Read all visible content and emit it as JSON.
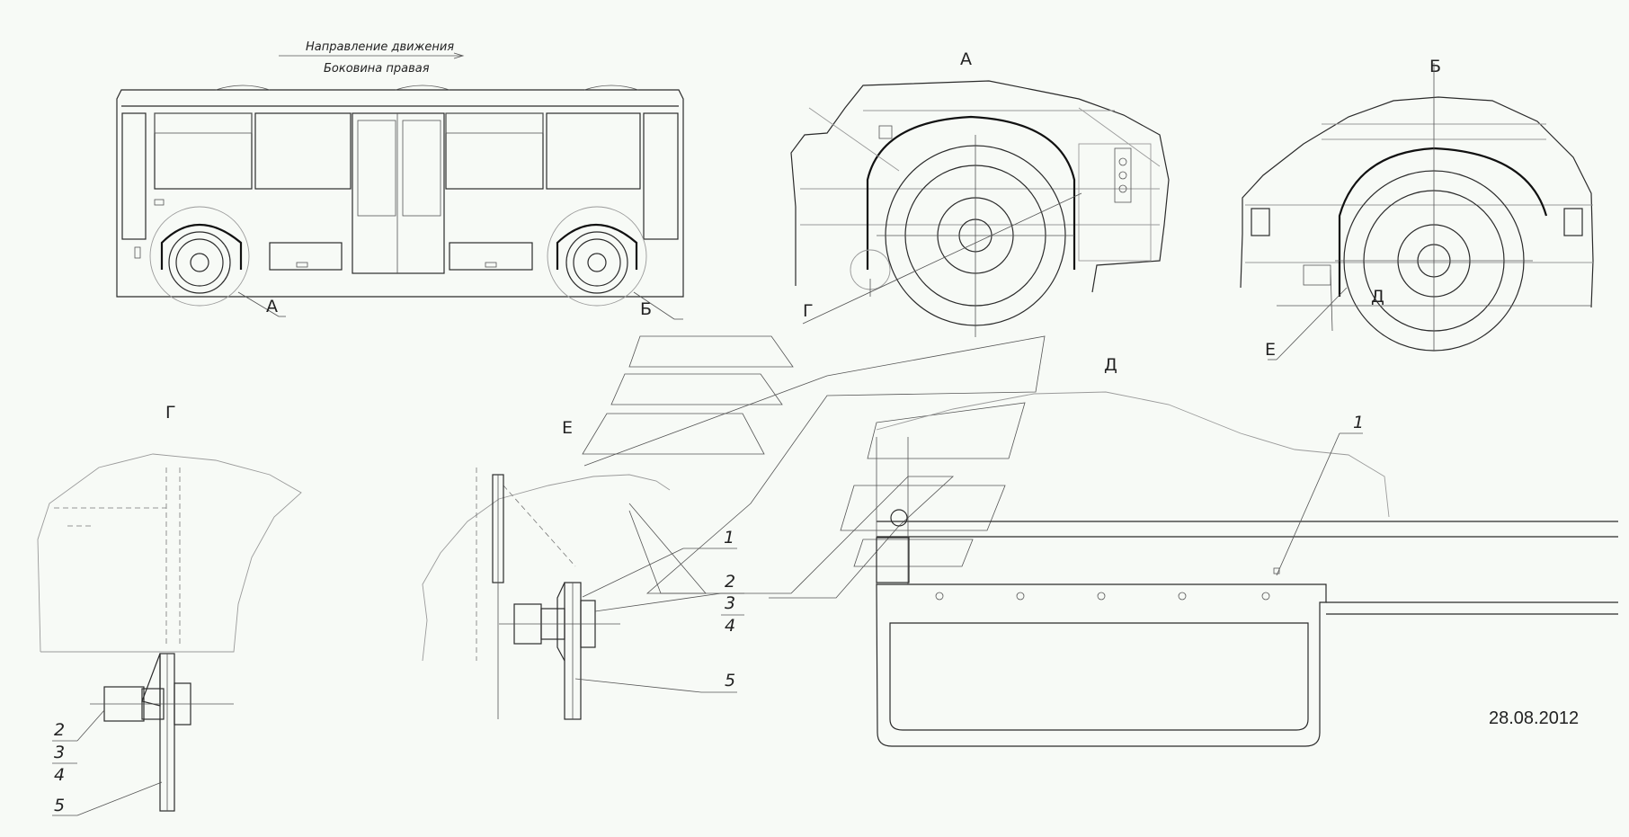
{
  "header": {
    "direction": "Направление движения",
    "side": "Боковина правая"
  },
  "view_labels": {
    "a_title": "А",
    "b_title": "Б",
    "g_title": "Г",
    "d_title": "Д",
    "e_title": "Е",
    "a_callout": "А",
    "b_callout": "Б",
    "g_callout": "Г",
    "d_callout": "Д",
    "e_callout": "Е"
  },
  "parts": {
    "p1": "1",
    "p2": "2",
    "p3": "3",
    "p4": "4",
    "p5": "5"
  },
  "date": "28.08.2012"
}
